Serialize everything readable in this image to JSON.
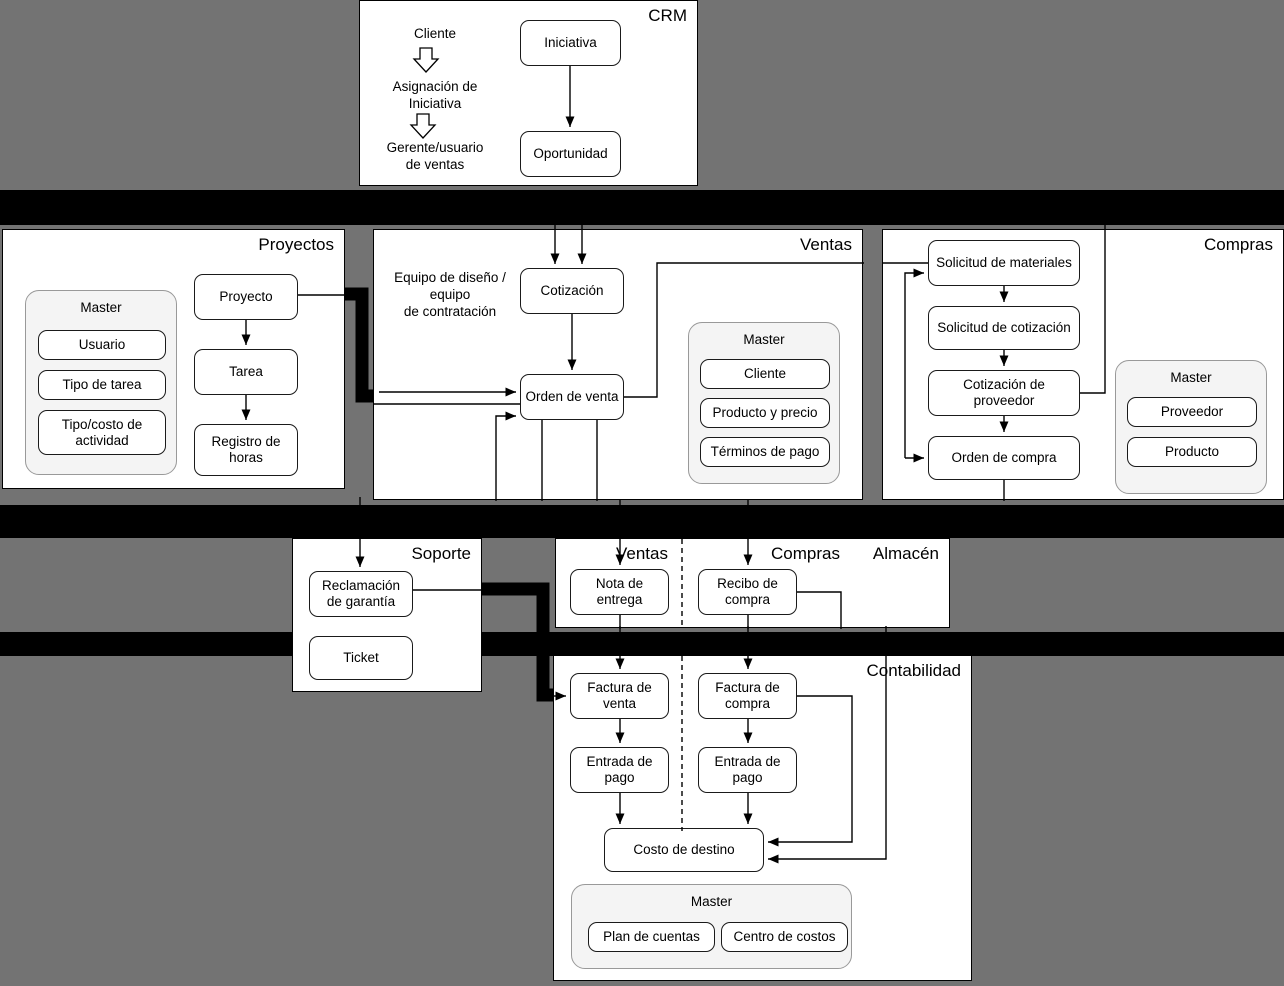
{
  "diagram": {
    "title": "ERP module process flow",
    "background_color": "#737373",
    "band_color": "#000000",
    "panel_background": "#ffffff",
    "master_background": "#f4f4f4"
  },
  "panels": {
    "crm": {
      "title": "CRM"
    },
    "proyectos": {
      "title": "Proyectos"
    },
    "ventas": {
      "title": "Ventas"
    },
    "compras": {
      "title": "Compras"
    },
    "soporte": {
      "title": "Soporte"
    },
    "almacen": {
      "title": "Almacén",
      "sub_left": "Ventas",
      "sub_right": "Compras"
    },
    "contabilidad": {
      "title": "Contabilidad"
    }
  },
  "crm": {
    "role_top": "Cliente",
    "role_mid": "Asignación de\nIniciativa",
    "role_bottom": "Gerente/usuario\nde ventas",
    "nodes": {
      "iniciativa": "Iniciativa",
      "oportunidad": "Oportunidad"
    }
  },
  "proyectos": {
    "master": {
      "label": "Master",
      "items": [
        "Usuario",
        "Tipo de tarea",
        "Tipo/costo de\nactividad"
      ]
    },
    "nodes": {
      "proyecto": "Proyecto",
      "tarea": "Tarea",
      "registro_horas": "Registro de\nhoras"
    }
  },
  "ventas": {
    "role_label": "Equipo de diseño /\nequipo\nde contratación",
    "nodes": {
      "cotizacion": "Cotización",
      "orden_venta": "Orden de venta"
    },
    "master": {
      "label": "Master",
      "items": [
        "Cliente",
        "Producto y precio",
        "Términos de pago"
      ]
    }
  },
  "compras": {
    "nodes": {
      "solicitud_materiales": "Solicitud de materiales",
      "solicitud_cotizacion": "Solicitud de cotización",
      "cotizacion_proveedor": "Cotización de\nproveedor",
      "orden_compra": "Orden de compra"
    },
    "master": {
      "label": "Master",
      "items": [
        "Proveedor",
        "Producto"
      ]
    }
  },
  "soporte": {
    "nodes": {
      "reclamacion": "Reclamación\nde garantía",
      "ticket": "Ticket"
    }
  },
  "almacen": {
    "nodes": {
      "nota_entrega": "Nota de\nentrega",
      "recibo_compra": "Recibo de\ncompra"
    }
  },
  "contabilidad": {
    "nodes": {
      "factura_venta": "Factura de\nventa",
      "factura_compra": "Factura de\ncompra",
      "entrada_pago_venta": "Entrada de\npago",
      "entrada_pago_compra": "Entrada de\npago",
      "costo_destino": "Costo de destino"
    },
    "master": {
      "label": "Master",
      "items": [
        "Plan de cuentas",
        "Centro de costos"
      ]
    }
  }
}
